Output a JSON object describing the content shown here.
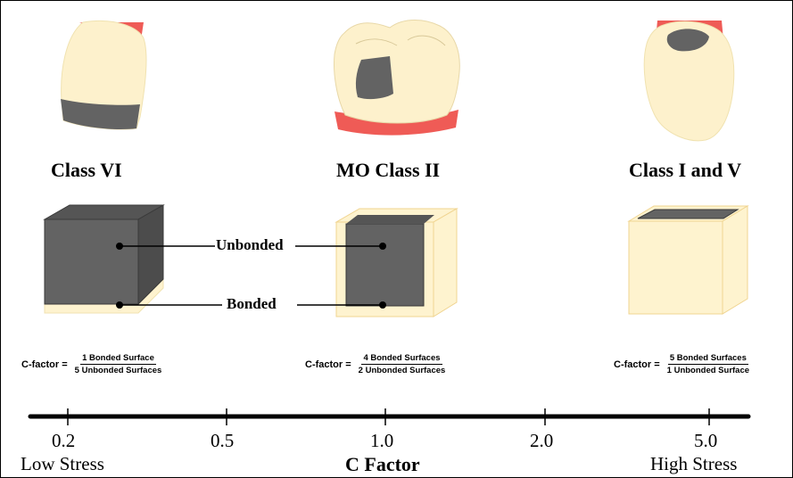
{
  "colors": {
    "tooth_fill": "#fdf1cc",
    "tooth_stroke": "#f0e2b0",
    "gingiva": "#ef5b56",
    "restoration": "#636363",
    "bonded_surface": "#fef3cf",
    "axis_line": "#000000"
  },
  "classes": [
    {
      "title": "Class VI",
      "icon": "tooth-class-vi-icon",
      "formula": {
        "label": "C-factor =",
        "numerator": "1 Bonded Surface",
        "denominator": "5 Unbonded Surfaces"
      }
    },
    {
      "title": "MO Class II",
      "icon": "tooth-mo-class-ii-icon",
      "formula": {
        "label": "C-factor =",
        "numerator": "4 Bonded Surfaces",
        "denominator": "2 Unbonded Surfaces"
      }
    },
    {
      "title": "Class I and V",
      "icon": "tooth-class-i-v-icon",
      "formula": {
        "label": "C-factor =",
        "numerator": "5 Bonded Surfaces",
        "denominator": "1 Unbonded Surface"
      }
    }
  ],
  "callouts": {
    "unbonded": "Unbonded",
    "bonded": "Bonded"
  },
  "scale": {
    "title": "C Factor",
    "ticks": [
      "0.2",
      "0.5",
      "1.0",
      "2.0",
      "5.0"
    ],
    "low_label": "Low Stress",
    "high_label": "High Stress"
  }
}
